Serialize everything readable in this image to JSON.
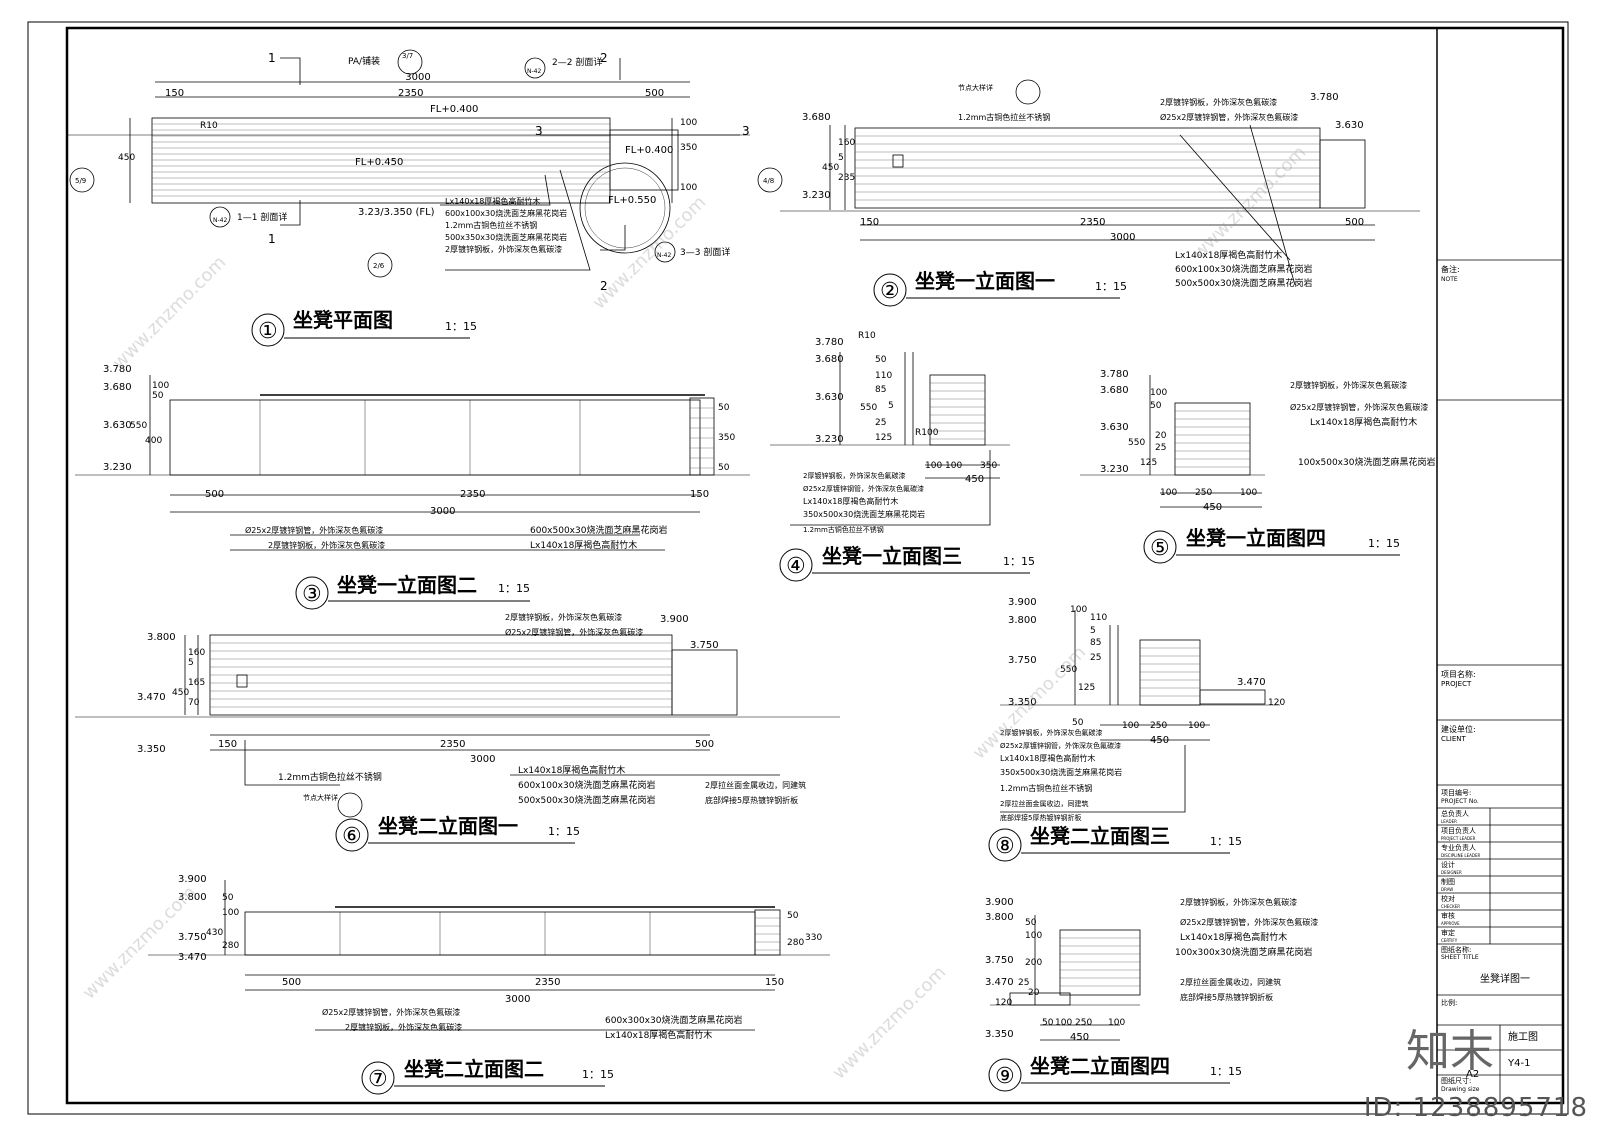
{
  "views": [
    {
      "num": "①",
      "title": "坐凳平面图",
      "scale": "1：15"
    },
    {
      "num": "②",
      "title": "坐凳一立面图一",
      "scale": "1：15"
    },
    {
      "num": "③",
      "title": "坐凳一立面图二",
      "scale": "1：15"
    },
    {
      "num": "④",
      "title": "坐凳一立面图三",
      "scale": "1：15"
    },
    {
      "num": "⑤",
      "title": "坐凳一立面图四",
      "scale": "1：15"
    },
    {
      "num": "⑥",
      "title": "坐凳二立面图一",
      "scale": "1：15"
    },
    {
      "num": "⑦",
      "title": "坐凳二立面图二",
      "scale": "1：15"
    },
    {
      "num": "⑧",
      "title": "坐凳二立面图三",
      "scale": "1：15"
    },
    {
      "num": "⑨",
      "title": "坐凳二立面图四",
      "scale": "1：15"
    }
  ],
  "plan": {
    "dims": [
      "3000",
      "150",
      "2350",
      "500",
      "100",
      "350",
      "100",
      "450"
    ],
    "levels": [
      "FL+0.400",
      "FL+0.450",
      "FL+0.400",
      "FL+0.550",
      "3.23/3.350 (FL)"
    ],
    "section_marks": [
      "1",
      "1",
      "2",
      "2",
      "3",
      "3",
      "1—1 剖面详",
      "2—2 剖面详",
      "3—3 剖面详",
      "PA/铺装"
    ],
    "index_refs": [
      "3/7",
      "N-42",
      "5/9",
      "4/8",
      "2/6",
      "N-42",
      "N-42"
    ],
    "notes": [
      "Lx140x18厚褐色高耐竹木",
      "600x100x30烧洗面芝麻黑花岗岩",
      "1.2mm古铜色拉丝不锈钢",
      "500x350x30烧洗面芝麻黑花岗岩",
      "2厚镀锌钢板，外饰深灰色氟碳漆"
    ],
    "radius": "R10"
  },
  "elev1": {
    "levels": [
      "3.680",
      "3.230",
      "3.780",
      "3.630"
    ],
    "dims": [
      "150",
      "2350",
      "500",
      "3000",
      "450",
      "235",
      "5",
      "160"
    ],
    "notes": [
      "节点大样详",
      "1.2mm古铜色拉丝不锈钢",
      "2厚镀锌钢板，外饰深灰色氟碳漆",
      "Ø25x2厚镀锌钢管，外饰深灰色氟碳漆",
      "Lx140x18厚褐色高耐竹木",
      "600x100x30烧洗面芝麻黑花岗岩",
      "500x500x30烧洗面芝麻黑花岗岩"
    ]
  },
  "elev2": {
    "levels": [
      "3.780",
      "3.680",
      "3.630",
      "3.230"
    ],
    "dims": [
      "500",
      "2350",
      "150",
      "3000",
      "50",
      "100",
      "550",
      "400",
      "50",
      "350",
      "50"
    ],
    "notes": [
      "Ø25x2厚镀锌钢管，外饰深灰色氟碳漆",
      "2厚镀锌钢板，外饰深灰色氟碳漆",
      "600x500x30烧洗面芝麻黑花岗岩",
      "Lx140x18厚褐色高耐竹木"
    ]
  },
  "elev3": {
    "levels": [
      "3.780",
      "3.680",
      "3.630",
      "3.230"
    ],
    "dims": [
      "550",
      "25",
      "125",
      "5",
      "85",
      "110",
      "50",
      "100",
      "100",
      "350",
      "450"
    ],
    "notes": [
      "2厚镀锌钢板，外饰深灰色氟碳漆",
      "Ø25x2厚镀锌钢管，外饰深灰色氟碳漆",
      "Lx140x18厚褐色高耐竹木",
      "350x500x30烧洗面芝麻黑花岗岩",
      "1.2mm古铜色拉丝不锈钢"
    ],
    "radius": [
      "R10",
      "R100"
    ]
  },
  "elev4": {
    "levels": [
      "3.780",
      "3.680",
      "3.630",
      "3.230"
    ],
    "dims": [
      "550",
      "125",
      "25",
      "20",
      "100",
      "250",
      "100",
      "450",
      "50",
      "100"
    ],
    "notes": [
      "2厚镀锌钢板，外饰深灰色氟碳漆",
      "Ø25x2厚镀锌钢管，外饰深灰色氟碳漆",
      "Lx140x18厚褐色高耐竹木",
      "100x500x30烧洗面芝麻黑花岗岩"
    ]
  },
  "elev6": {
    "levels": [
      "3.800",
      "3.900",
      "3.750",
      "3.470",
      "3.350"
    ],
    "dims": [
      "150",
      "2350",
      "500",
      "3000",
      "450",
      "165",
      "70",
      "5",
      "160"
    ],
    "notes": [
      "2厚镀锌钢板，外饰深灰色氟碳漆",
      "Ø25x2厚镀锌钢管，外饰深灰色氟碳漆",
      "1.2mm古铜色拉丝不锈钢",
      "节点大样详",
      "Lx140x18厚褐色高耐竹木",
      "600x100x30烧洗面芝麻黑花岗岩",
      "500x500x30烧洗面芝麻黑花岗岩",
      "2厚拉丝面金属收边，同建筑",
      "底部焊接5厚热镀锌钢折板"
    ]
  },
  "elev7": {
    "levels": [
      "3.900",
      "3.800",
      "3.750",
      "3.470"
    ],
    "dims": [
      "500",
      "2350",
      "150",
      "3000",
      "430",
      "280",
      "50",
      "100",
      "50",
      "280",
      "330"
    ],
    "notes": [
      "Ø25x2厚镀锌钢管，外饰深灰色氟碳漆",
      "2厚镀锌钢板，外饰深灰色氟碳漆",
      "600x300x30烧洗面芝麻黑花岗岩",
      "Lx140x18厚褐色高耐竹木"
    ]
  },
  "elev8": {
    "levels": [
      "3.900",
      "3.800",
      "3.750",
      "3.350",
      "3.470"
    ],
    "dims": [
      "550",
      "125",
      "25",
      "85",
      "5",
      "110",
      "50",
      "100",
      "100",
      "250",
      "100",
      "450",
      "120"
    ],
    "notes": [
      "2厚镀锌钢板，外饰深灰色氟碳漆",
      "Ø25x2厚镀锌钢管，外饰深灰色氟碳漆",
      "Lx140x18厚褐色高耐竹木",
      "350x500x30烧洗面芝麻黑花岗岩",
      "1.2mm古铜色拉丝不锈钢",
      "2厚拉丝面金属收边，同建筑",
      "底部焊接5厚热镀锌钢折板"
    ]
  },
  "elev9": {
    "levels": [
      "3.900",
      "3.800",
      "3.750",
      "3.470",
      "3.350"
    ],
    "dims": [
      "200",
      "25",
      "20",
      "50",
      "100",
      "250",
      "100",
      "450",
      "120",
      "50",
      "100"
    ],
    "notes": [
      "2厚镀锌钢板，外饰深灰色氟碳漆",
      "Ø25x2厚镀锌钢管，外饰深灰色氟碳漆",
      "Lx140x18厚褐色高耐竹木",
      "100x300x30烧洗面芝麻黑花岗岩",
      "2厚拉丝面金属收边，同建筑",
      "底部焊接5厚热镀锌钢折板"
    ]
  },
  "titleblock": {
    "note_cn": "备注:",
    "note_en": "NOTE",
    "project_cn": "项目名称:",
    "project_en": "PROJECT",
    "client_cn": "建设单位:",
    "client_en": "CLIENT",
    "projno_cn": "项目编号:",
    "projno_en": "PROJECT No.",
    "roles": [
      {
        "cn": "总负责人",
        "en": "LEADER"
      },
      {
        "cn": "项目负责人",
        "en": "PROJECT LEADER"
      },
      {
        "cn": "专业负责人",
        "en": "DISCIPLINE LEADER"
      },
      {
        "cn": "设计",
        "en": "DESIGNER"
      },
      {
        "cn": "制图",
        "en": "DRAW"
      },
      {
        "cn": "校对",
        "en": "CHECKER"
      },
      {
        "cn": "审核",
        "en": "APPROVE"
      },
      {
        "cn": "审定",
        "en": "CERTIFY"
      }
    ],
    "sheet_title_cn": "图纸名称:",
    "sheet_title_en": "SHEET TITLE",
    "sheet_title": "坐凳详图一",
    "scale_cn": "比例:",
    "stage": "施工图",
    "sheet_no": "Y4-1",
    "size_cn": "图纸尺寸:",
    "size_en": "Drawing size",
    "size": "A2"
  },
  "watermark": {
    "logo": "知末",
    "id": "ID: 1238895718",
    "site": "www.znzmo.com"
  }
}
